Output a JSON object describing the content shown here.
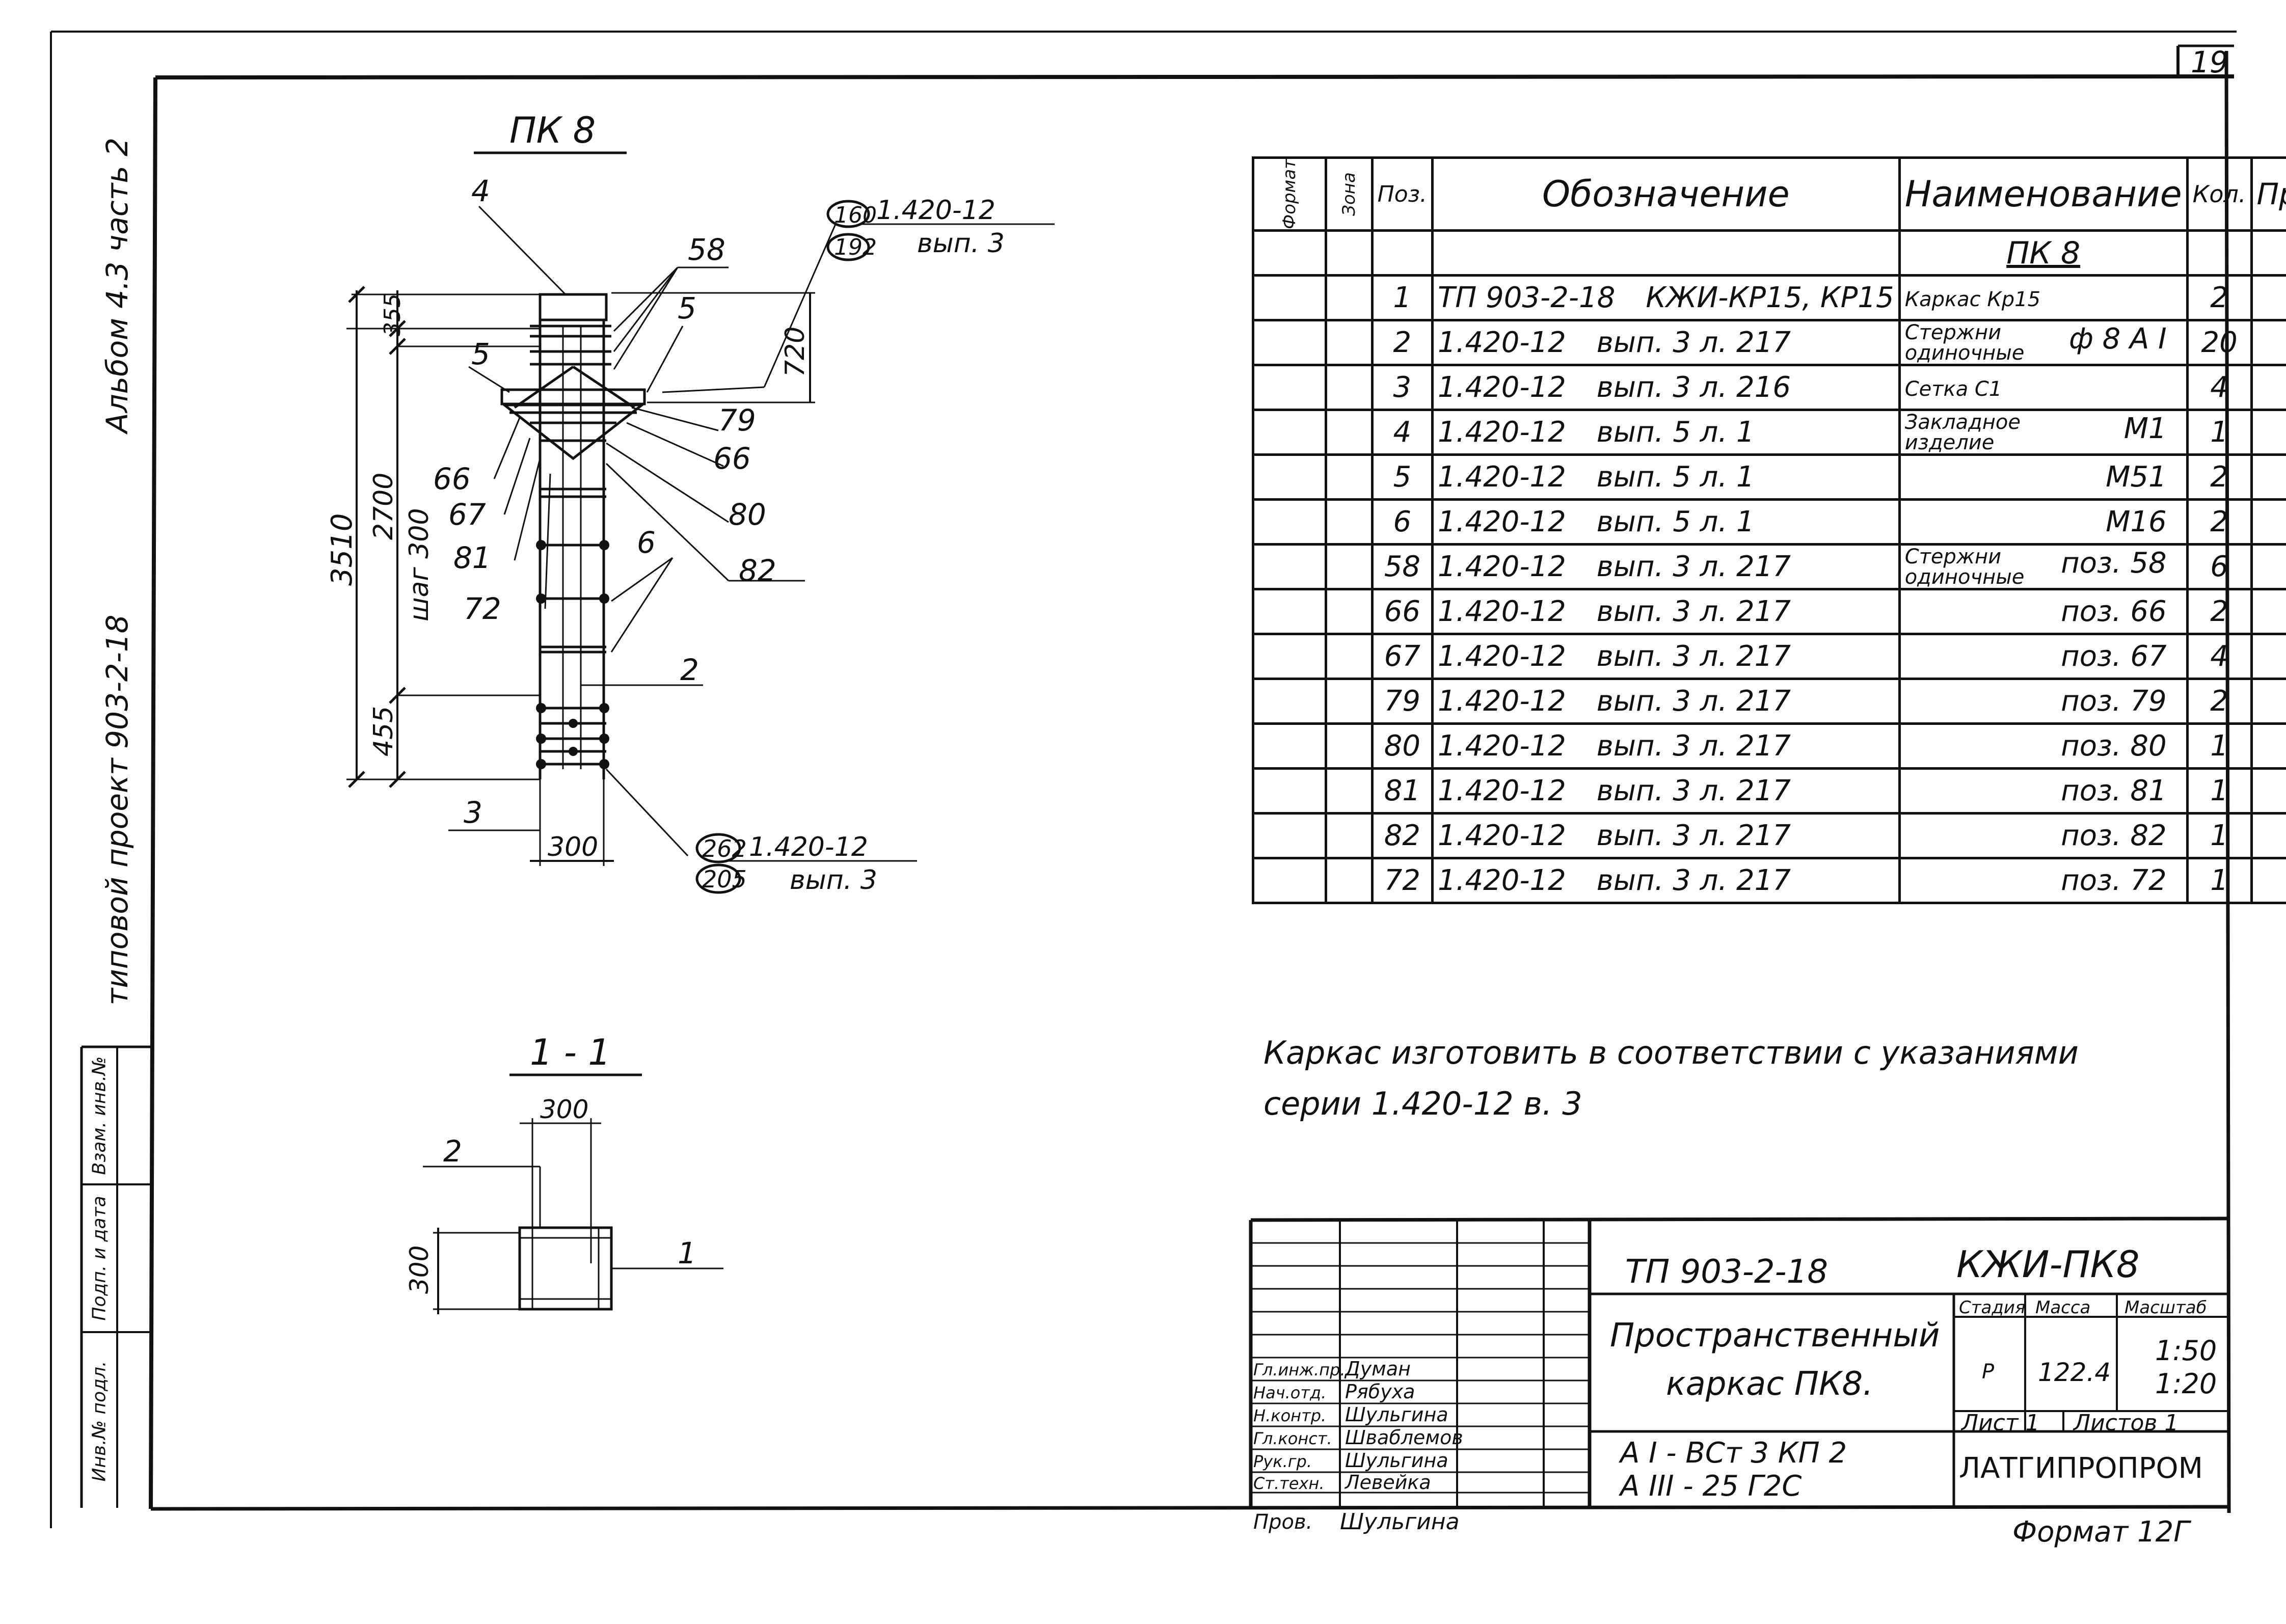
{
  "sheet_number": "19",
  "side_labels": {
    "album": "Альбом 4.3 часть 2",
    "project": "типовой проект 903-2-18",
    "stamp_cells": [
      "Взам. инв.№",
      "Подп. и дата",
      "Инв.№ подл."
    ]
  },
  "drawing": {
    "main_view_title": "ПК 8",
    "section_title": "1 - 1",
    "ref_top": {
      "num_a": "160",
      "num_b": "192",
      "series": "1.420-12",
      "issue": "вып. 3"
    },
    "ref_bottom": {
      "num_a": "262",
      "num_b": "205",
      "series": "1.420-12",
      "issue": "вып. 3"
    },
    "dims": {
      "d355": "355",
      "d720": "720",
      "d2700": "2700",
      "step": "шаг 300",
      "d3510": "3510",
      "d455": "455",
      "d300": "300",
      "sec_w": "300",
      "sec_h": "300"
    },
    "callouts": {
      "c4": "4",
      "c58": "58",
      "c5a": "5",
      "c5b": "5",
      "c79": "79",
      "c66a": "66",
      "c66b": "66",
      "c67": "67",
      "c80": "80",
      "c81": "81",
      "c72": "72",
      "c82": "82",
      "c6": "6",
      "c2": "2",
      "c3": "3",
      "s2": "2",
      "s1": "1"
    }
  },
  "spec_table": {
    "headers": {
      "format": "Формат",
      "zone": "Зона",
      "pos": "Поз.",
      "designation": "Обозначение",
      "name": "Наименование",
      "qty": "Кол.",
      "note": "Примеч."
    },
    "subheader": "ПК 8",
    "rows": [
      {
        "pos": "1",
        "code": "ТП 903-2-18",
        "sheet": "КЖИ-КР15, КР15",
        "name": "Каркас  Кр15",
        "name2": "",
        "mark": "",
        "qty": "2"
      },
      {
        "pos": "2",
        "code": "1.420-12",
        "sheet": "вып. 3 л. 217",
        "name": "Стержни",
        "name2": "одиночные",
        "mark": "ф 8 А I",
        "qty": "20"
      },
      {
        "pos": "3",
        "code": "1.420-12",
        "sheet": "вып. 3 л. 216",
        "name": "Сетка  С1",
        "name2": "",
        "mark": "",
        "qty": "4"
      },
      {
        "pos": "4",
        "code": "1.420-12",
        "sheet": "вып. 5 л. 1",
        "name": "Закладное",
        "name2": "изделие",
        "mark": "М1",
        "qty": "1"
      },
      {
        "pos": "5",
        "code": "1.420-12",
        "sheet": "вып. 5 л. 1",
        "name": "",
        "name2": "",
        "mark": "М51",
        "qty": "2"
      },
      {
        "pos": "6",
        "code": "1.420-12",
        "sheet": "вып. 5 л. 1",
        "name": "",
        "name2": "",
        "mark": "М16",
        "qty": "2"
      },
      {
        "pos": "58",
        "code": "1.420-12",
        "sheet": "вып. 3 л. 217",
        "name": "Стержни",
        "name2": "одиночные",
        "mark": "поз. 58",
        "qty": "6"
      },
      {
        "pos": "66",
        "code": "1.420-12",
        "sheet": "вып. 3 л. 217",
        "name": "",
        "name2": "",
        "mark": "поз. 66",
        "qty": "2"
      },
      {
        "pos": "67",
        "code": "1.420-12",
        "sheet": "вып. 3 л. 217",
        "name": "",
        "name2": "",
        "mark": "поз. 67",
        "qty": "4"
      },
      {
        "pos": "79",
        "code": "1.420-12",
        "sheet": "вып. 3 л. 217",
        "name": "",
        "name2": "",
        "mark": "поз. 79",
        "qty": "2"
      },
      {
        "pos": "80",
        "code": "1.420-12",
        "sheet": "вып. 3 л. 217",
        "name": "",
        "name2": "",
        "mark": "поз. 80",
        "qty": "1"
      },
      {
        "pos": "81",
        "code": "1.420-12",
        "sheet": "вып. 3 л. 217",
        "name": "",
        "name2": "",
        "mark": "поз. 81",
        "qty": "1"
      },
      {
        "pos": "82",
        "code": "1.420-12",
        "sheet": "вып. 3 л. 217",
        "name": "",
        "name2": "",
        "mark": "поз. 82",
        "qty": "1"
      },
      {
        "pos": "72",
        "code": "1.420-12",
        "sheet": "вып. 3 л. 217",
        "name": "",
        "name2": "",
        "mark": "поз. 72",
        "qty": "1"
      }
    ]
  },
  "note": {
    "line1": "Каркас  изготовить  в соответствии  с  указаниями",
    "line2": "серии  1.420-12  в. 3"
  },
  "title_block": {
    "project_code": "ТП 903-2-18",
    "doc_code": "КЖИ-ПК8",
    "title_line1": "Пространственный",
    "title_line2": "каркас  ПК8.",
    "stage_header": "Стадия",
    "mass_header": "Масса",
    "scale_header": "Масштаб",
    "stage": "Р",
    "mass": "122.4",
    "scale1": "1:50",
    "scale2": "1:20",
    "sheet_label": "Лист 1",
    "sheets_label": "Листов  1",
    "organization": "ЛАТГИПРОПРОМ",
    "materials_line1": "А I - ВСт 3 КП 2",
    "materials_line2": "А III - 25 Г2С",
    "format": "Формат 12Г",
    "signatures": [
      {
        "role": "Гл.инж.пр.",
        "name": "Думан"
      },
      {
        "role": "Нач.отд.",
        "name": "Рябуха"
      },
      {
        "role": "Н.контр.",
        "name": "Шульгина"
      },
      {
        "role": "Гл.конст.",
        "name": "Шваблемов"
      },
      {
        "role": "Рук.гр.",
        "name": "Шульгина"
      },
      {
        "role": "Ст.техн.",
        "name": "Левейка"
      },
      {
        "role": "Пров.",
        "name": "Шульгина"
      }
    ]
  }
}
